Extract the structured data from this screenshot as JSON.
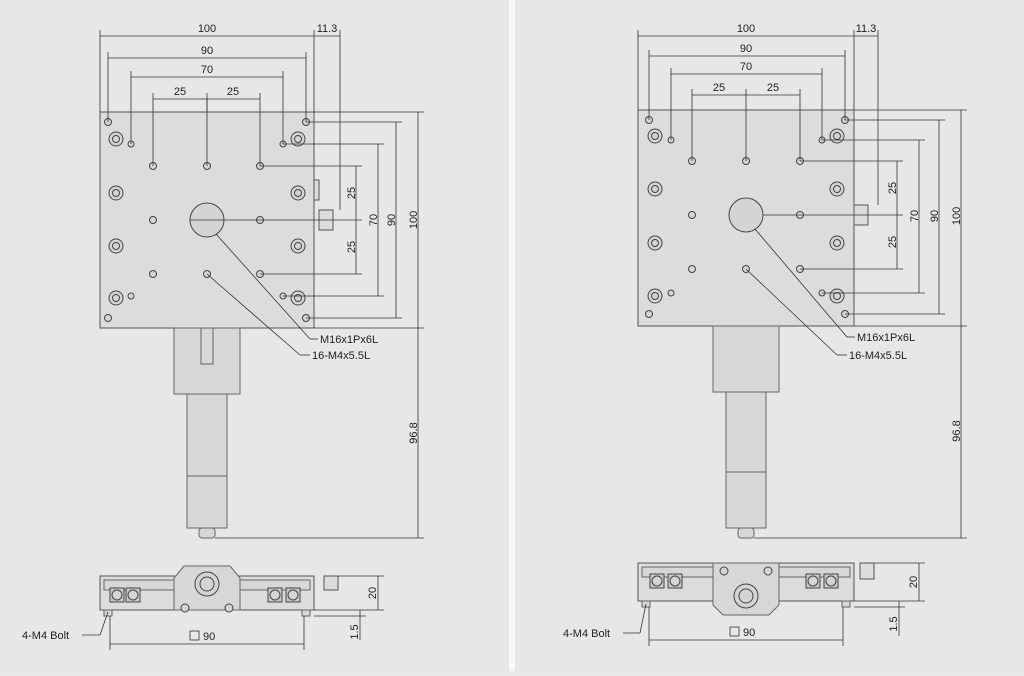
{
  "colors": {
    "background": "#e7e7e7",
    "line": "#333333",
    "part": "#dcdcdc"
  },
  "drawings": [
    {
      "variant": "left",
      "dims": {
        "w100": "100",
        "w90": "90",
        "w70": "70",
        "w25a": "25",
        "w25b": "25",
        "off11": "11.3",
        "h25a": "25",
        "h25b": "25",
        "h70": "70",
        "h90": "90",
        "h100": "100",
        "h968": "96.8",
        "h20": "20",
        "h15": "1.5",
        "base90": "90"
      },
      "labels": {
        "center_hole": "M16x1Px6L",
        "holes": "16-M4x5.5L",
        "bolt": "4-M4 Bolt"
      }
    },
    {
      "variant": "right",
      "dims": {
        "w100": "100",
        "w90": "90",
        "w70": "70",
        "w25a": "25",
        "w25b": "25",
        "off11": "11.3",
        "h25a": "25",
        "h25b": "25",
        "h70": "70",
        "h90": "90",
        "h100": "100",
        "h968": "96.8",
        "h20": "20",
        "h15": "1.5",
        "base90": "90"
      },
      "labels": {
        "center_hole": "M16x1Px6L",
        "holes": "16-M4x5.5L",
        "bolt": "4-M4 Bolt"
      }
    }
  ]
}
